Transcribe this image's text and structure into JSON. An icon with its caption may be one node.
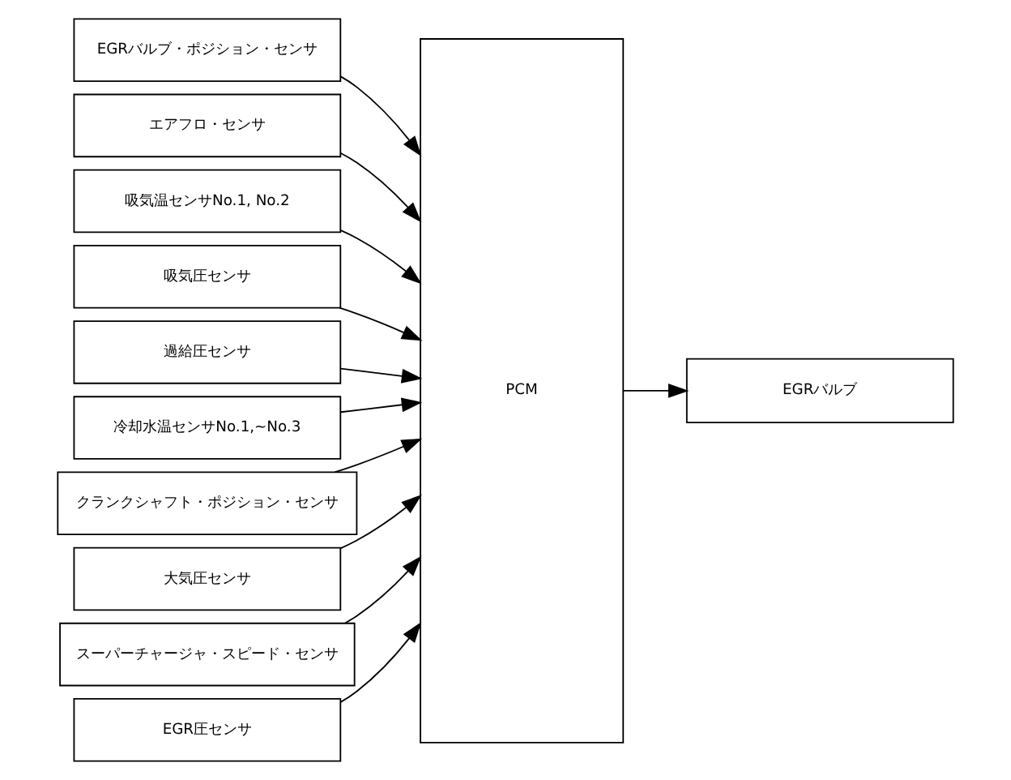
{
  "diagram": {
    "nodes": [
      {
        "text": [
          "EGRバルブ・ポジション・センサ"
        ]
      },
      {
        "text": [
          "エアフロ・センサ"
        ]
      },
      {
        "text": [
          "吸気温センサNo.1, No.2"
        ]
      },
      {
        "text": [
          "吸気圧センサ"
        ]
      },
      {
        "text": [
          "過給圧センサ"
        ]
      },
      {
        "text": [
          "冷却水温センサNo.1,~No.3"
        ]
      },
      {
        "text": [
          "クランクシャフト・ポジション・センサ"
        ]
      },
      {
        "text": [
          "大気圧センサ"
        ]
      },
      {
        "text": [
          "スーパーチャージャ・スピード・センサ"
        ]
      },
      {
        "text": [
          "EGR圧センサ"
        ]
      },
      {
        "text": [
          "PCM"
        ]
      },
      {
        "text": [
          "EGRバルブ"
        ]
      }
    ],
    "edges": [
      {
        "from": 0,
        "to": 10,
        "arrow": "to"
      },
      {
        "from": 1,
        "to": 10,
        "arrow": "to"
      },
      {
        "from": 2,
        "to": 10,
        "arrow": "to"
      },
      {
        "from": 3,
        "to": 10,
        "arrow": "to"
      },
      {
        "from": 4,
        "to": 10,
        "arrow": "to"
      },
      {
        "from": 5,
        "to": 10,
        "arrow": "to"
      },
      {
        "from": 6,
        "to": 10,
        "arrow": "to"
      },
      {
        "from": 7,
        "to": 10,
        "arrow": "to"
      },
      {
        "from": 8,
        "to": 10,
        "arrow": "to"
      },
      {
        "from": 9,
        "to": 10,
        "arrow": "to"
      },
      {
        "from": 10,
        "to": 11,
        "arrow": "to"
      }
    ]
  }
}
